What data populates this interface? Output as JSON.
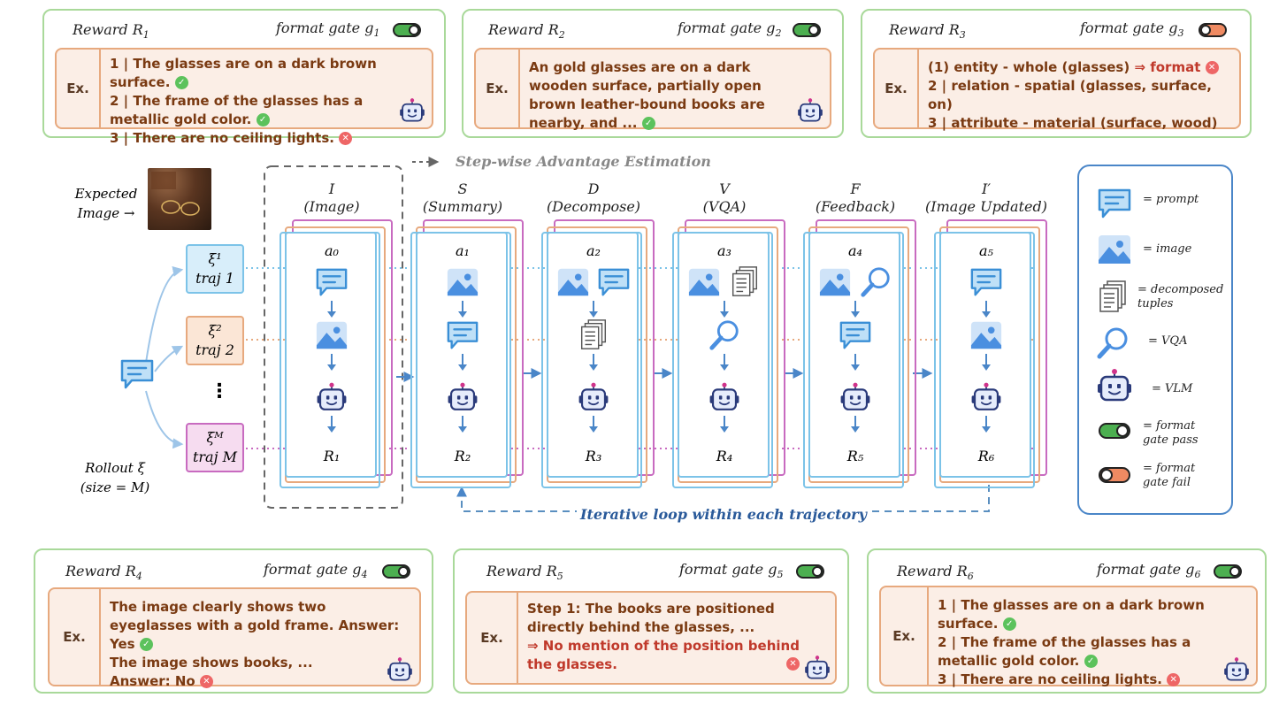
{
  "rewards": [
    {
      "title": "Reward R",
      "sub": "1",
      "gate": "format gate g",
      "gsub": "1",
      "status": "pass",
      "lines": [
        "1 | The glasses are on a dark brown surface.",
        "2 | The frame of the glasses has a metallic gold color.",
        "3 | There are no ceiling lights."
      ]
    },
    {
      "title": "Reward R",
      "sub": "2",
      "gate": "format gate g",
      "gsub": "2",
      "status": "pass",
      "lines": [
        "An gold glasses are on a dark wooden surface, partially open brown leather-bound books are nearby, and ..."
      ]
    },
    {
      "title": "Reward R",
      "sub": "3",
      "gate": "format gate g",
      "gsub": "3",
      "status": "fail",
      "lines": [
        "(1) entity - whole (glasses)",
        "⇒ format",
        "2 | relation - spatial (glasses, surface, on)",
        "3 | attribute - material (surface, wood)"
      ]
    },
    {
      "title": "Reward R",
      "sub": "4",
      "gate": "format gate g",
      "gsub": "4",
      "status": "pass",
      "lines": [
        "The image clearly shows two eyeglasses with a gold frame.  Answer: Yes",
        "The image shows books, ...",
        "Answer: No"
      ]
    },
    {
      "title": "Reward R",
      "sub": "5",
      "gate": "format gate g",
      "gsub": "5",
      "status": "pass",
      "lines": [
        "Step 1: The books are positioned directly behind the glasses, ...",
        "⇒ No mention of the position behind the glasses."
      ]
    },
    {
      "title": "Reward R",
      "sub": "6",
      "gate": "format gate g",
      "gsub": "6",
      "status": "pass",
      "lines": [
        "1 | The glasses are on a dark brown surface.",
        "2 | The frame of the glasses has a metallic gold color.",
        "3 | There are no ceiling lights."
      ]
    }
  ],
  "ex_label": "Ex.",
  "expected_image": "Expected Image →",
  "rollout": "Rollout ξ",
  "rollout_size": "(size = M)",
  "trajs": [
    {
      "xi": "ξ¹",
      "label": "traj 1",
      "color": "#d8eefa",
      "border": "#7cc3e8"
    },
    {
      "xi": "ξ²",
      "label": "traj 2",
      "color": "#fbe6d6",
      "border": "#e7a97e"
    },
    {
      "xi": "ξᴹ",
      "label": "traj M",
      "color": "#f6dcf0",
      "border": "#c86bc0"
    }
  ],
  "ellipsis": "⋮",
  "step_wise": "Step-wise Advantage Estimation",
  "iterative": "Iterative loop within each trajectory",
  "stages": [
    {
      "sym": "I",
      "name": "(Image)",
      "action": "a₀",
      "reward": "R₁"
    },
    {
      "sym": "S",
      "name": "(Summary)",
      "action": "a₁",
      "reward": "R₂"
    },
    {
      "sym": "D",
      "name": "(Decompose)",
      "action": "a₂",
      "reward": "R₃"
    },
    {
      "sym": "V",
      "name": "(VQA)",
      "action": "a₃",
      "reward": "R₄"
    },
    {
      "sym": "F",
      "name": "(Feedback)",
      "action": "a₄",
      "reward": "R₅"
    },
    {
      "sym": "I′",
      "name": "(Image Updated)",
      "action": "a₅",
      "reward": "R₆"
    }
  ],
  "legend": [
    {
      "icon": "prompt-icon",
      "text": "= prompt"
    },
    {
      "icon": "image-icon",
      "text": "= image"
    },
    {
      "icon": "tuples-icon",
      "text": "= decomposed tuples"
    },
    {
      "icon": "magnifier-icon",
      "text": "= VQA"
    },
    {
      "icon": "robot-icon",
      "text": "= VLM"
    },
    {
      "icon": "toggle-pass-icon",
      "text": "= format gate pass"
    },
    {
      "icon": "toggle-fail-icon",
      "text": "= format gate fail"
    }
  ],
  "colors": {
    "green": "#a9d99a",
    "orange": "#e7a97e",
    "blue": "#7cc3e8",
    "pink": "#c86bc0",
    "accent": "#4a86c8"
  }
}
